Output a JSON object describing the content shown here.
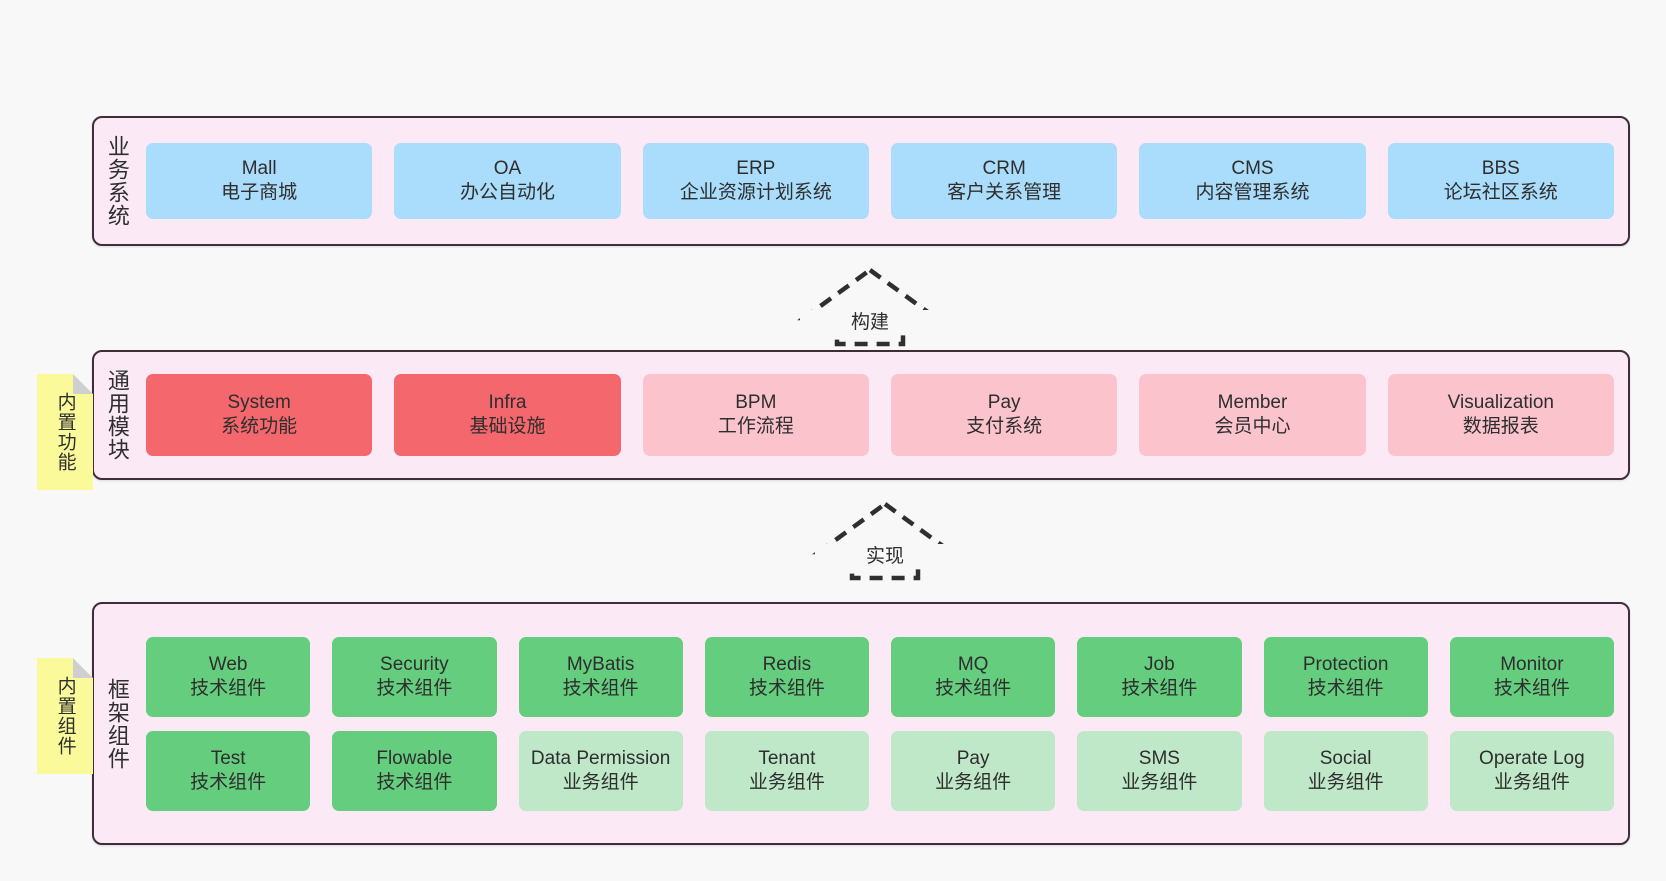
{
  "diagram": {
    "background": "#f8f8f8",
    "panel_bg": "#fbeaf6",
    "panel_border": "#3f2d3b",
    "note_bg": "#fbfa9a",
    "note_fold": "#cfcfcf"
  },
  "layers": [
    {
      "id": "business-system",
      "title": "业务系统",
      "note": null,
      "rows": [
        {
          "style": "r-biz",
          "cells": [
            {
              "en": "Mall",
              "cn": "电子商城",
              "color": "c-blue"
            },
            {
              "en": "OA",
              "cn": "办公自动化",
              "color": "c-blue"
            },
            {
              "en": "ERP",
              "cn": "企业资源计划系统",
              "color": "c-blue"
            },
            {
              "en": "CRM",
              "cn": "客户关系管理",
              "color": "c-blue"
            },
            {
              "en": "CMS",
              "cn": "内容管理系统",
              "color": "c-blue"
            },
            {
              "en": "BBS",
              "cn": "论坛社区系统",
              "color": "c-blue"
            }
          ]
        }
      ]
    },
    {
      "id": "common-module",
      "title": "通用模块",
      "note": "内置功能",
      "rows": [
        {
          "style": "r-module",
          "cells": [
            {
              "en": "System",
              "cn": "系统功能",
              "color": "c-red"
            },
            {
              "en": "Infra",
              "cn": "基础设施",
              "color": "c-red"
            },
            {
              "en": "BPM",
              "cn": "工作流程",
              "color": "c-pink"
            },
            {
              "en": "Pay",
              "cn": "支付系统",
              "color": "c-pink"
            },
            {
              "en": "Member",
              "cn": "会员中心",
              "color": "c-pink"
            },
            {
              "en": "Visualization",
              "cn": "数据报表",
              "color": "c-pink"
            }
          ]
        }
      ]
    },
    {
      "id": "framework-component",
      "title": "框架组件",
      "note": "内置组件",
      "rows": [
        {
          "style": "r-frame",
          "cells": [
            {
              "en": "Web",
              "cn": "技术组件",
              "color": "c-green"
            },
            {
              "en": "Security",
              "cn": "技术组件",
              "color": "c-green"
            },
            {
              "en": "MyBatis",
              "cn": "技术组件",
              "color": "c-green"
            },
            {
              "en": "Redis",
              "cn": "技术组件",
              "color": "c-green"
            },
            {
              "en": "MQ",
              "cn": "技术组件",
              "color": "c-green"
            },
            {
              "en": "Job",
              "cn": "技术组件",
              "color": "c-green"
            },
            {
              "en": "Protection",
              "cn": "技术组件",
              "color": "c-green"
            },
            {
              "en": "Monitor",
              "cn": "技术组件",
              "color": "c-green"
            }
          ]
        },
        {
          "style": "r-frame",
          "cells": [
            {
              "en": "Test",
              "cn": "技术组件",
              "color": "c-green"
            },
            {
              "en": "Flowable",
              "cn": "技术组件",
              "color": "c-green"
            },
            {
              "en": "Data Permission",
              "cn": "业务组件",
              "color": "c-lightgreen"
            },
            {
              "en": "Tenant",
              "cn": "业务组件",
              "color": "c-lightgreen"
            },
            {
              "en": "Pay",
              "cn": "业务组件",
              "color": "c-lightgreen"
            },
            {
              "en": "SMS",
              "cn": "业务组件",
              "color": "c-lightgreen"
            },
            {
              "en": "Social",
              "cn": "业务组件",
              "color": "c-lightgreen"
            },
            {
              "en": "Operate Log",
              "cn": "业务组件",
              "color": "c-lightgreen"
            }
          ]
        }
      ]
    }
  ],
  "arrows": [
    {
      "id": "arrow-build",
      "label": "构建"
    },
    {
      "id": "arrow-implement",
      "label": "实现"
    }
  ]
}
